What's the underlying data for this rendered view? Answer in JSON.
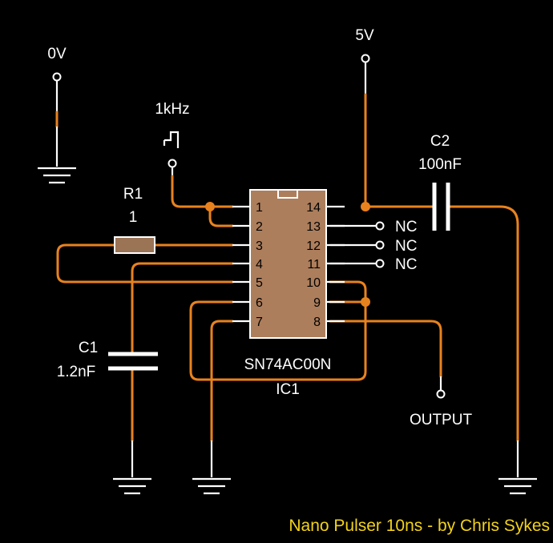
{
  "labels": {
    "zero_v": "0V",
    "five_v": "5V",
    "freq": "1kHz",
    "r1_name": "R1",
    "r1_value": "1",
    "c1_name": "C1",
    "c1_value": "1.2nF",
    "c2_name": "C2",
    "c2_value": "100nF",
    "ic_part": "SN74AC00N",
    "ic_ref": "IC1",
    "output": "OUTPUT",
    "nc": "NC"
  },
  "pins": {
    "left": [
      "1",
      "2",
      "3",
      "4",
      "5",
      "6",
      "7"
    ],
    "right": [
      "14",
      "13",
      "12",
      "11",
      "10",
      "9",
      "8"
    ]
  },
  "credit": "Nano Pulser 10ns - by Chris Sykes",
  "colors": {
    "background": "#000000",
    "wire": "#e8821e",
    "lead": "#ffffff",
    "ic_body": "#ad7e5c",
    "resistor": "#9b7355",
    "credit_text": "#f2d21b"
  }
}
